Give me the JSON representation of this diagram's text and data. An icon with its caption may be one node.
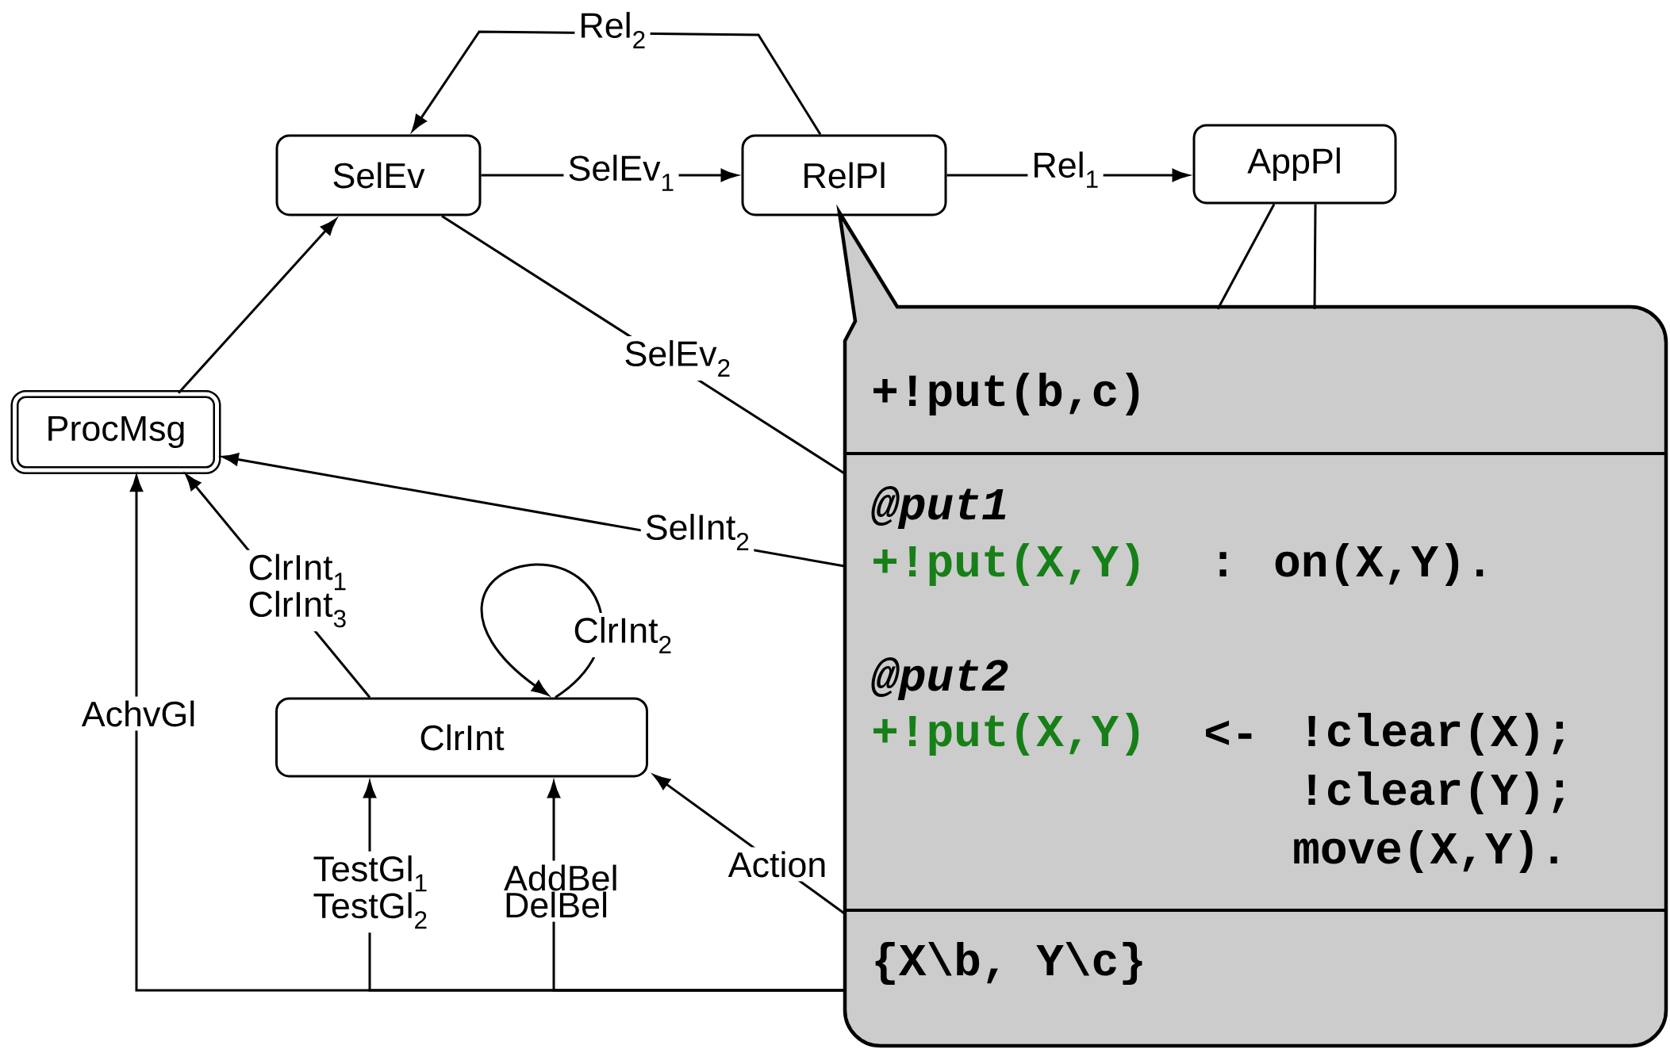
{
  "diagram": {
    "nodes": [
      {
        "text": [
          "SelEv"
        ]
      },
      {
        "text": [
          "RelPl"
        ]
      },
      {
        "text": [
          "AppPl"
        ]
      },
      {
        "text": [
          "ProcMsg"
        ]
      },
      {
        "text": [
          "ClrInt"
        ]
      },
      {
        "text": [
          "+!put(b,c)",
          "@put1",
          "+!put(X,Y)",
          ": on(X,Y).",
          "@put2",
          "+!put(X,Y)",
          "<-",
          "!clear(X);",
          "!clear(Y);",
          "move(X,Y).",
          "{X\\b, Y\\c}"
        ]
      }
    ],
    "edges": [
      {
        "from": 0,
        "to": 1,
        "arrow": "to",
        "label": "SelEv$_{1}$"
      },
      {
        "from": 1,
        "to": 2,
        "arrow": "to",
        "label": "Rel$_{1}$"
      },
      {
        "from": 1,
        "to": 0,
        "arrow": "to",
        "label": "Rel$_{2}$"
      },
      {
        "from": 3,
        "to": 0,
        "arrow": "to"
      },
      {
        "from": 0,
        "to": 5,
        "arrow": "none",
        "label": "SelEv$_{2}$"
      },
      {
        "from": 5,
        "to": 3,
        "arrow": "to",
        "label": "SelInt$_{2}$"
      },
      {
        "from": 4,
        "to": 3,
        "arrow": "to",
        "label": "ClrInt$_{1}$ ClrInt$_{3}$"
      },
      {
        "from": 4,
        "to": 4,
        "arrow": "to",
        "label": "ClrInt$_{2}$"
      },
      {
        "from": 5,
        "to": 4,
        "arrow": "to",
        "label": "Action"
      },
      {
        "from": 5,
        "to": 3,
        "arrow": "to",
        "label": "AchvGl"
      },
      {
        "from": 5,
        "to": 4,
        "arrow": "to",
        "label": "TestGl$_{1}$ TestGl$_{2}$"
      },
      {
        "from": 5,
        "to": 4,
        "arrow": "to",
        "label": "AddBel DelBel"
      },
      {
        "from": 2,
        "to": 5,
        "arrow": "none"
      },
      {
        "from": 2,
        "to": 5,
        "arrow": "none"
      }
    ]
  }
}
